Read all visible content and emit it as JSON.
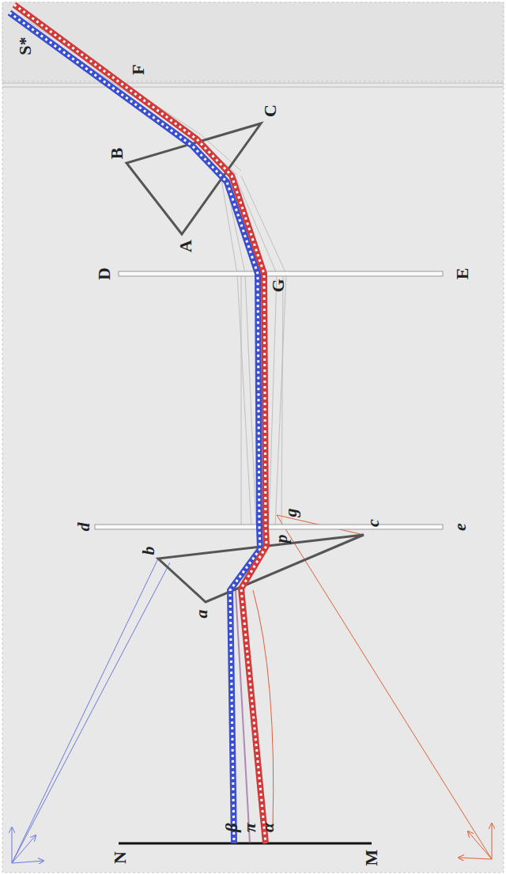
{
  "diagram": {
    "labels": [
      "S*",
      "F",
      "B",
      "C",
      "A",
      "D",
      "E",
      "G",
      "d",
      "e",
      "b",
      "a",
      "c",
      "p",
      "g",
      "N",
      "M",
      "β",
      "π",
      "α"
    ]
  }
}
